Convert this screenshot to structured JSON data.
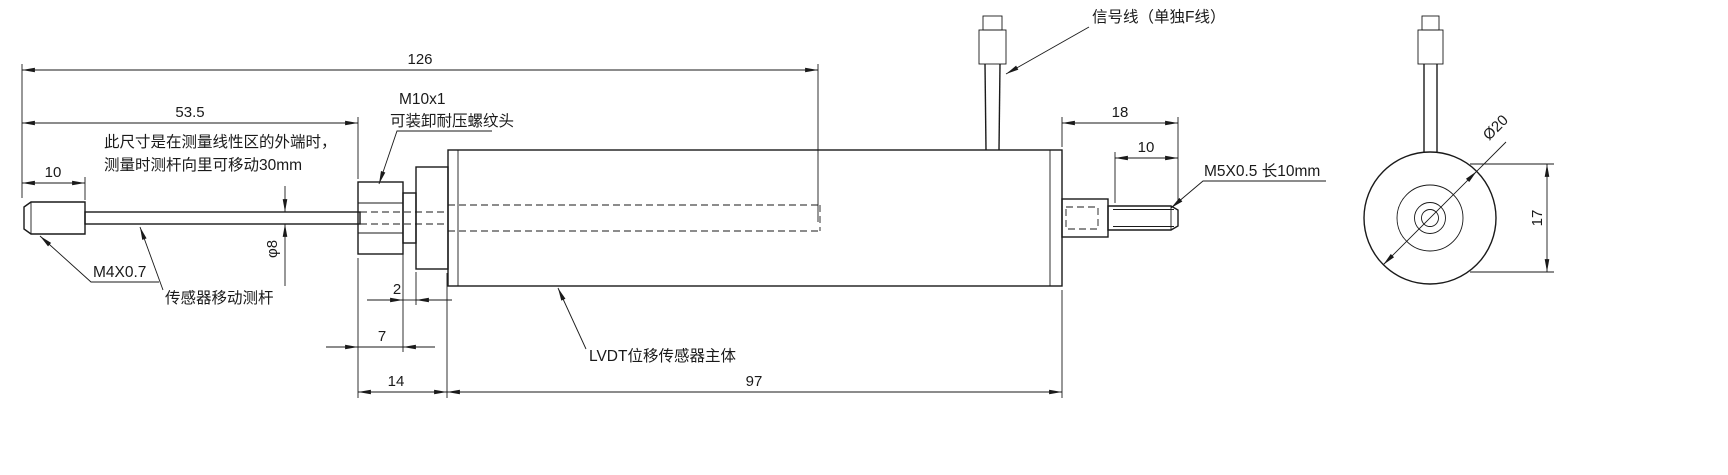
{
  "style": {
    "line_color": "#1a1a1a",
    "background": "#ffffff"
  },
  "dims": {
    "d126": "126",
    "d53_5": "53.5",
    "d10_tip": "10",
    "phi8": "φ8",
    "d7": "7",
    "d2": "2",
    "d14": "14",
    "d97": "97",
    "d18": "18",
    "d10_thread": "10",
    "phi20": "Ø20",
    "d17": "17"
  },
  "labels": {
    "m4_thread": "M4X0.7",
    "moving_rod": "传感器移动测杆",
    "m10_thread": "M10x1",
    "m10_note": "可装卸耐压螺纹头",
    "note_line1": "此尺寸是在测量线性区的外端时，",
    "note_line2": "测量时测杆向里可移动30mm",
    "body_label": "LVDT位移传感器主体",
    "signal_cable": "信号线（单独F线）",
    "m5_thread": "M5X0.5 长10mm"
  }
}
